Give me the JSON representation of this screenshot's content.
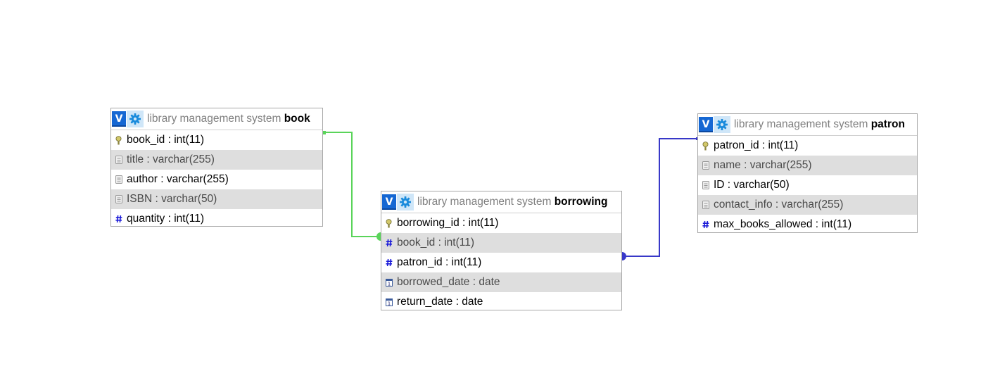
{
  "schema_name": "library management system",
  "header_icons": {
    "visual_label": "V",
    "visual_icon": "v-icon",
    "options_icon": "gear-icon"
  },
  "tables": [
    {
      "name": "book",
      "columns": [
        {
          "label": "book_id : int(11)",
          "icon": "key-icon"
        },
        {
          "label": "title : varchar(255)",
          "icon": "text-field-icon"
        },
        {
          "label": "author : varchar(255)",
          "icon": "text-field-icon"
        },
        {
          "label": "ISBN : varchar(50)",
          "icon": "text-field-icon"
        },
        {
          "label": "quantity : int(11)",
          "icon": "hash-icon"
        }
      ]
    },
    {
      "name": "borrowing",
      "columns": [
        {
          "label": "borrowing_id : int(11)",
          "icon": "key-icon"
        },
        {
          "label": "book_id : int(11)",
          "icon": "hash-icon"
        },
        {
          "label": "patron_id : int(11)",
          "icon": "hash-icon"
        },
        {
          "label": "borrowed_date : date",
          "icon": "calendar-icon"
        },
        {
          "label": "return_date : date",
          "icon": "calendar-icon"
        }
      ]
    },
    {
      "name": "patron",
      "columns": [
        {
          "label": "patron_id : int(11)",
          "icon": "key-icon"
        },
        {
          "label": "name : varchar(255)",
          "icon": "text-field-icon"
        },
        {
          "label": "ID : varchar(50)",
          "icon": "text-field-icon"
        },
        {
          "label": "contact_info : varchar(255)",
          "icon": "text-field-icon"
        },
        {
          "label": "max_books_allowed : int(11)",
          "icon": "hash-icon"
        }
      ]
    }
  ],
  "relations": [
    {
      "from": "book.book_id",
      "to": "borrowing.book_id",
      "color": "#5ad45a"
    },
    {
      "from": "patron.patron_id",
      "to": "borrowing.patron_id",
      "color": "#3838c8"
    }
  ],
  "colors": {
    "border": "#a8a8a8",
    "alt_row": "#dedede",
    "v_icon": "#1567d3",
    "gear_bg": "#cfe6f8",
    "hash": "#1a1ad8"
  }
}
